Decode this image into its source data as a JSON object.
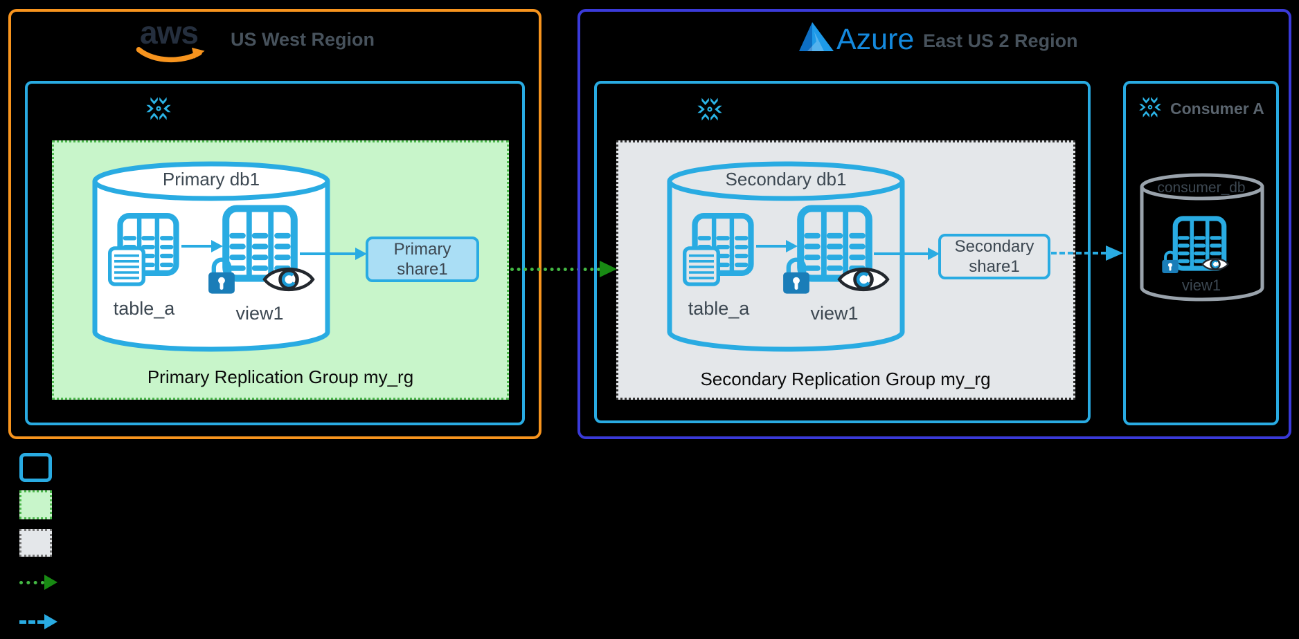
{
  "diagram": {
    "aws": {
      "logo_text": "aws",
      "region_label": "US West Region"
    },
    "azure": {
      "logo_text": "Azure",
      "region_label": "East US 2 Region"
    },
    "primary": {
      "db_label": "Primary db1",
      "table_label": "table_a",
      "view_label": "view1",
      "share_line1": "Primary",
      "share_line2": "share1",
      "group_label": "Primary Replication Group my_rg"
    },
    "secondary": {
      "db_label": "Secondary db1",
      "table_label": "table_a",
      "view_label": "view1",
      "share_line1": "Secondary",
      "share_line2": "share1",
      "group_label": "Secondary Replication Group my_rg"
    },
    "consumer": {
      "title": "Consumer A",
      "db_label": "consumer_db",
      "view_label": "view1"
    },
    "colors": {
      "background": "#000000",
      "aws_border": "#f7941e",
      "aws_text": "#252f3e",
      "azure_border": "#3a3ad9",
      "azure_wordmark": "#1489dd",
      "region_label_text": "#47525c",
      "snowflake_cyan": "#29abe2",
      "primary_group_fill": "#c8f5ca",
      "primary_group_border": "#4db84d",
      "secondary_group_fill": "#e4e7ea",
      "share_fill": "#aadef5",
      "replication_arrow_dots": "#44b944",
      "replication_arrow_head": "#188a13",
      "share_arrow": "#29abe2",
      "consumer_cylinder_stroke": "#9aa3ac",
      "lock_body": "#1a7db8",
      "label_text": "#3d4852"
    }
  }
}
